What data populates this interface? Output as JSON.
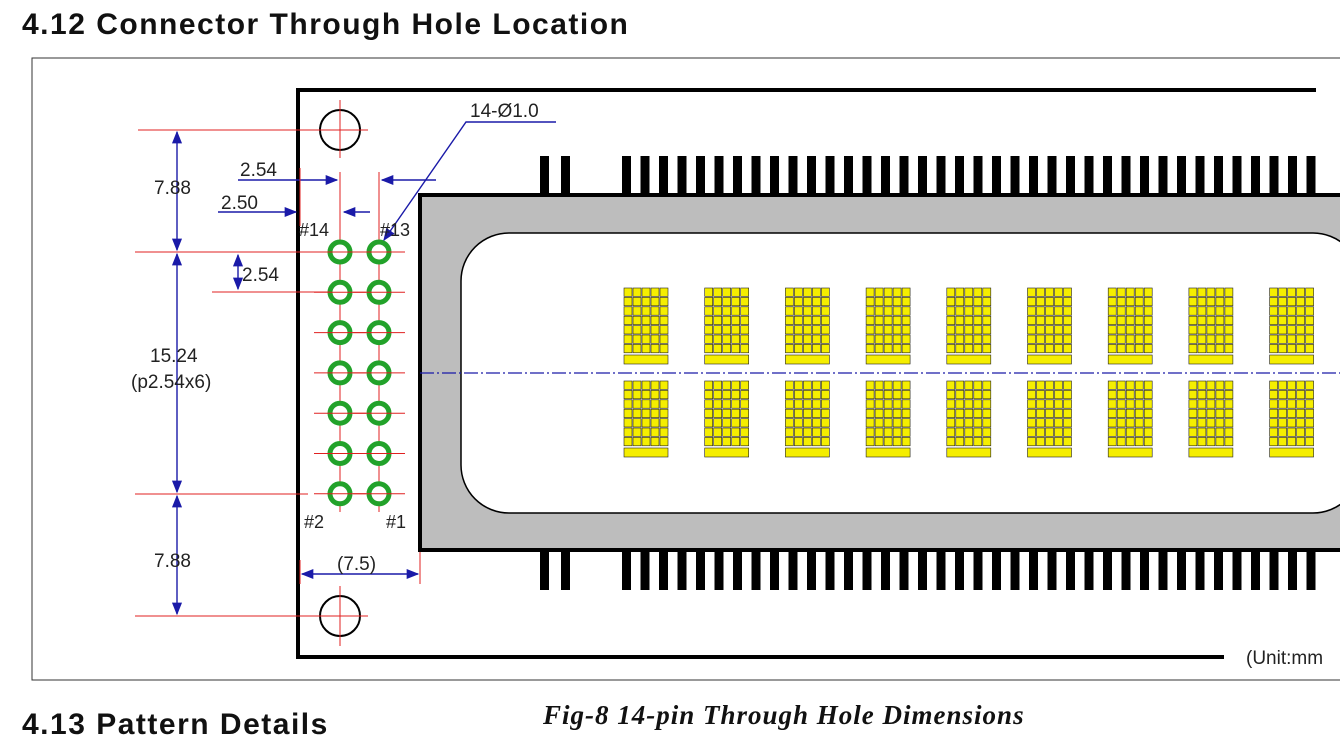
{
  "sections": {
    "current": "4.12 Connector Through Hole Location",
    "next": "4.13 Pattern Details"
  },
  "figure": {
    "caption": "Fig-8 14-pin Through Hole Dimensions",
    "unit_note": "(Unit:mm",
    "hole_callout": "14-Ø1.0",
    "pin_labels": {
      "top_left": "#14",
      "top_right": "#13",
      "bottom_left": "#2",
      "bottom_right": "#1"
    },
    "dimensions": {
      "top_margin": "7.88",
      "column_pitch": "2.54",
      "hole_offset": "2.50",
      "row_pitch": "2.54",
      "pin_span": "15.24",
      "pin_span_note": "(p2.54x6)",
      "bottom_margin": "7.88",
      "board_offset": "(7.5)"
    },
    "connector": {
      "rows": 7,
      "columns": 2,
      "pin_count": 14
    },
    "display": {
      "char_columns_visible": 9,
      "char_rows": 2,
      "dot_matrix": "5x7"
    },
    "colors": {
      "dimension_line": "#1a1aa8",
      "center_line": "#e02020",
      "pad_ring": "#22a22a",
      "bezel": "#bdbdbd",
      "char_cell": "#f5ee00",
      "outline": "#000000"
    }
  }
}
